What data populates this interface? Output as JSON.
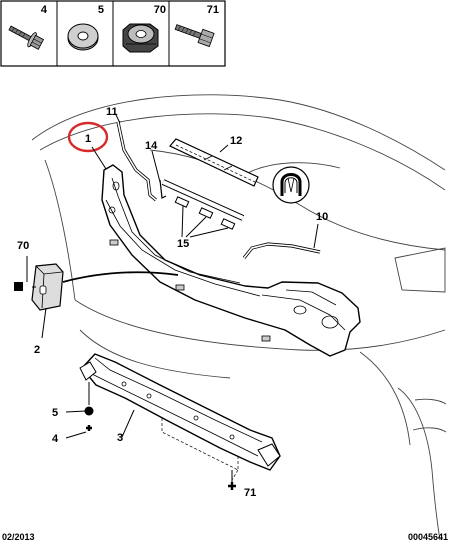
{
  "legend": {
    "items": [
      {
        "num": "4",
        "icon": "bolt-flange-icon"
      },
      {
        "num": "5",
        "icon": "flat-washer-icon"
      },
      {
        "num": "70",
        "icon": "rubber-grommet-icon"
      },
      {
        "num": "71",
        "icon": "bolt-hex-icon"
      }
    ]
  },
  "callouts": {
    "c1": "1",
    "c2": "2",
    "c3": "3",
    "c4": "4",
    "c5": "5",
    "c10": "10",
    "c11": "11",
    "c12": "12",
    "c14": "14",
    "c15": "15",
    "c70": "70",
    "c71": "71"
  },
  "highlight_color": "#d62b2b",
  "footer": {
    "date": "02/2013",
    "ref": "00045641"
  }
}
